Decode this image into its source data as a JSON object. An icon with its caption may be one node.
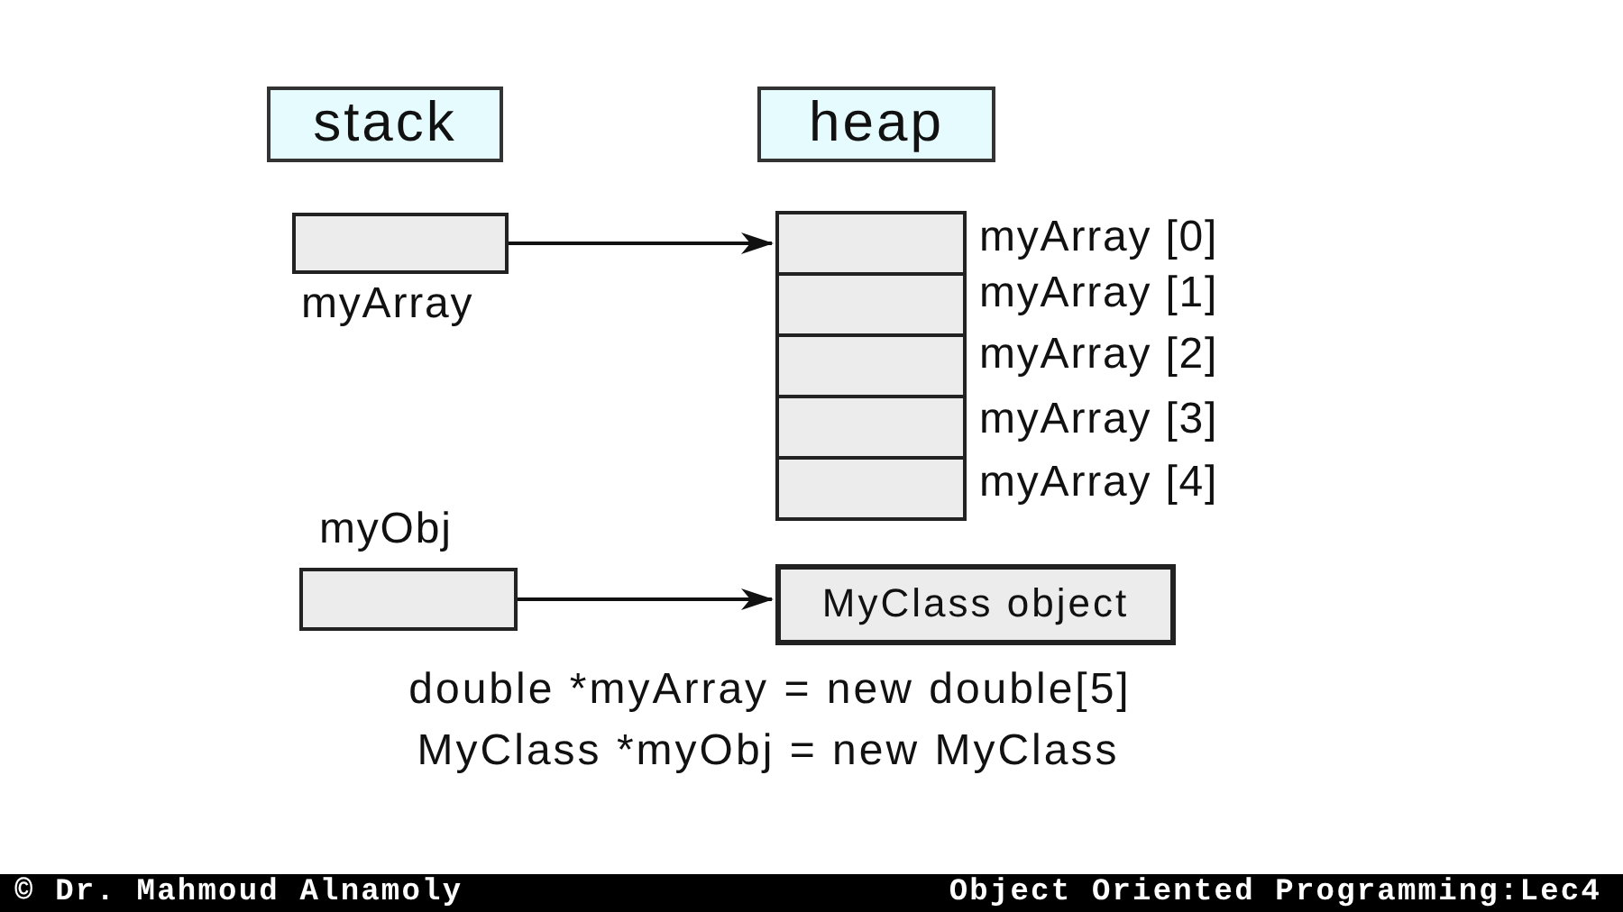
{
  "diagram": {
    "nodes": [
      {
        "text": [
          "stack"
        ]
      },
      {
        "text": [
          "heap"
        ]
      },
      {
        "text": [],
        "shape": "box",
        "beside": [
          "myArray"
        ]
      },
      {
        "text": [],
        "shape": "box",
        "beside": [
          "myArray [0]"
        ]
      },
      {
        "text": [],
        "shape": "box",
        "beside": [
          "myArray [1]"
        ]
      },
      {
        "text": [],
        "shape": "box",
        "beside": [
          "myArray [2]"
        ]
      },
      {
        "text": [],
        "shape": "box",
        "beside": [
          "myArray [3]"
        ]
      },
      {
        "text": [],
        "shape": "box",
        "beside": [
          "myArray [4]"
        ]
      },
      {
        "text": [],
        "shape": "box",
        "beside": [
          "myObj"
        ]
      },
      {
        "text": [
          "MyClass object"
        ]
      }
    ],
    "edges": [
      {
        "from": 2,
        "to": 3,
        "arrow": "to"
      },
      {
        "from": 8,
        "to": 9,
        "arrow": "to"
      }
    ],
    "labels": [
      "double *myArray = new double[5]",
      "MyClass *myObj = new MyClass",
      "© Dr. Mahmoud Alnamoly",
      "Object Oriented Programming:Lec4"
    ]
  }
}
